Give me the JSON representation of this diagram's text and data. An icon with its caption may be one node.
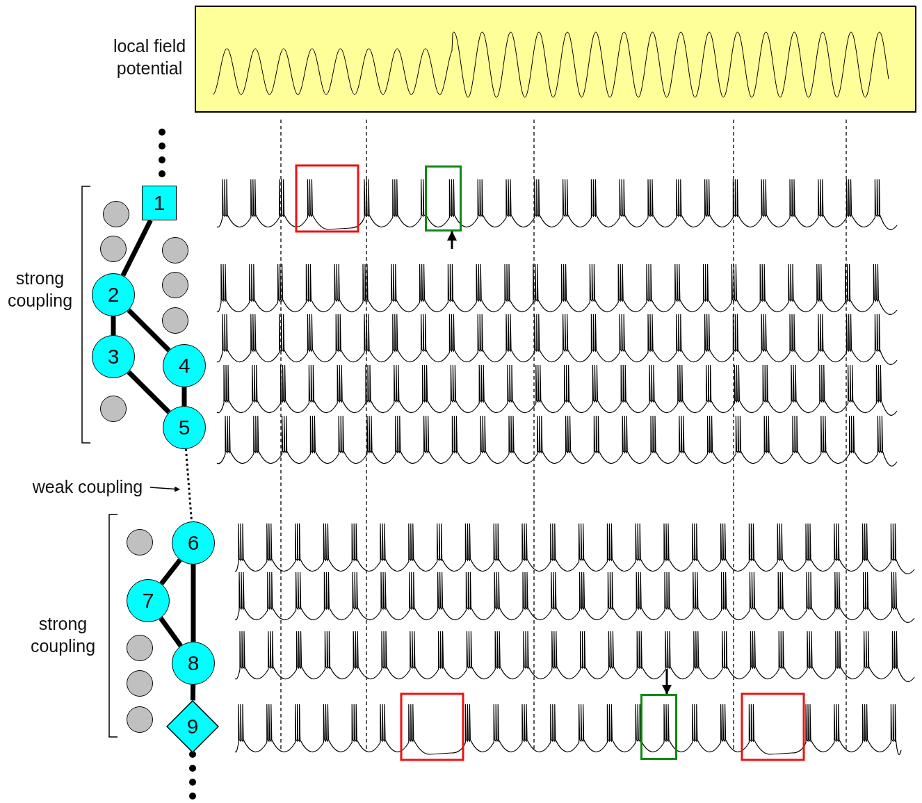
{
  "diagram": {
    "nodes": [
      {
        "text": [
          "local field potential"
        ]
      },
      {
        "text": [
          "1"
        ]
      },
      {
        "text": [
          "2"
        ]
      },
      {
        "text": [
          "3"
        ]
      },
      {
        "text": [
          "4"
        ]
      },
      {
        "text": [
          "5"
        ]
      },
      {
        "text": [
          "6"
        ]
      },
      {
        "text": [
          "7"
        ]
      },
      {
        "text": [
          "8"
        ]
      },
      {
        "text": [
          "9"
        ]
      },
      {
        "text": [],
        "shape": "circle"
      },
      {
        "text": [],
        "shape": "circle"
      },
      {
        "text": [],
        "shape": "circle"
      },
      {
        "text": [],
        "shape": "circle"
      },
      {
        "text": [],
        "shape": "circle"
      },
      {
        "text": [],
        "shape": "circle"
      },
      {
        "text": [],
        "shape": "circle"
      },
      {
        "text": [],
        "shape": "circle"
      },
      {
        "text": [],
        "shape": "circle"
      },
      {
        "text": [],
        "shape": "circle"
      },
      {
        "text": [
          "weak coupling"
        ]
      },
      {
        "text": [],
        "shape": "box"
      },
      {
        "text": [],
        "shape": "box"
      }
    ],
    "edges": [
      {
        "from": 1,
        "to": 2,
        "arrow": "none"
      },
      {
        "from": 2,
        "to": 3,
        "arrow": "none"
      },
      {
        "from": 2,
        "to": 4,
        "arrow": "none"
      },
      {
        "from": 3,
        "to": 5,
        "arrow": "none"
      },
      {
        "from": 4,
        "to": 5,
        "arrow": "none"
      },
      {
        "from": 5,
        "to": 6,
        "arrow": "none",
        "style": "dashed"
      },
      {
        "from": 6,
        "to": 7,
        "arrow": "none"
      },
      {
        "from": 6,
        "to": 8,
        "arrow": "none"
      },
      {
        "from": 7,
        "to": 8,
        "arrow": "none"
      },
      {
        "from": 8,
        "to": 9,
        "arrow": "none"
      },
      {
        "from": 20,
        "to": null,
        "arrow": "to"
      },
      {
        "from": null,
        "to": 21,
        "arrow": "to"
      },
      {
        "from": null,
        "to": 22,
        "arrow": "to"
      }
    ],
    "labels": [
      "strong coupling",
      "strong coupling"
    ]
  }
}
